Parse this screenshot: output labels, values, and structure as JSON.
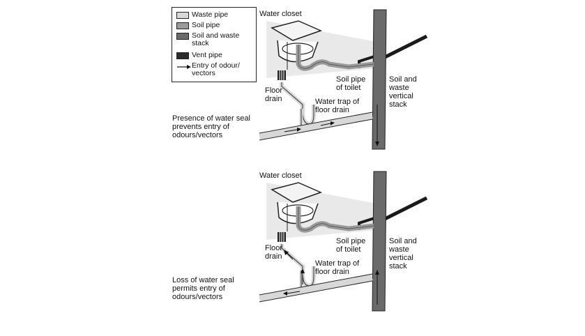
{
  "legend": {
    "items": [
      {
        "label": "Waste pipe",
        "color": "#d8d8d8"
      },
      {
        "label": "Soil pipe",
        "color": "#9a9a9a"
      },
      {
        "label": "Soil and waste\nstack",
        "color": "#6a6a6a"
      },
      {
        "label": "Vent pipe",
        "color": "#2a2a2a"
      }
    ],
    "arrow_label": "Entry of odour/\nvectors"
  },
  "panels": [
    {
      "water_closet": "Water closet",
      "floor_drain": "Floor\ndrain",
      "soil_pipe_of_toilet": "Soil pipe\nof toilet",
      "water_trap": "Water trap of\nfloor drain",
      "stack": "Soil and\nwaste\nvertical\nstack",
      "caption": "Presence of water seal\nprevents entry of\nodours/vectors"
    },
    {
      "water_closet": "Water closet",
      "floor_drain": "Floor\ndrain",
      "soil_pipe_of_toilet": "Soil pipe\nof toilet",
      "water_trap": "Water trap of\nfloor drain",
      "stack": "Soil and\nwaste\nvertical\nstack",
      "caption": "Loss of water seal\npermits entry of\nodours/vectors"
    }
  ]
}
